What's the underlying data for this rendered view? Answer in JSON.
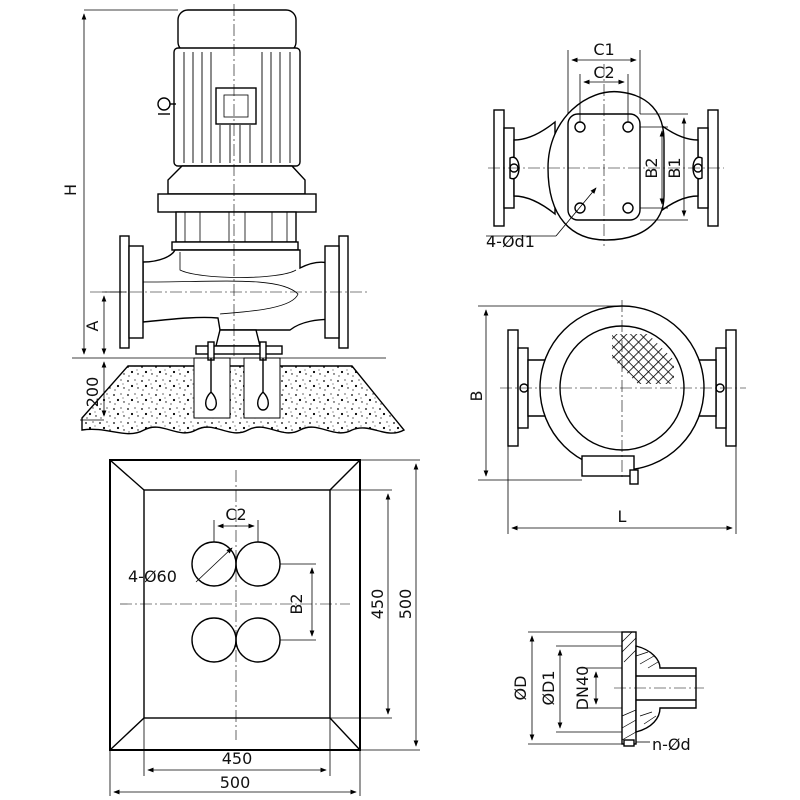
{
  "labels": {
    "h": "H",
    "a": "A",
    "base_height": "200",
    "c1": "C1",
    "c2_top": "C2",
    "b2_top": "B2",
    "b1": "B1",
    "holes_top": "4-Ød1",
    "b_side": "B",
    "l": "L",
    "c2_base": "C2",
    "holes_base": "4-Ø60",
    "b2_base": "B2",
    "inner_h": "450",
    "outer_h": "500",
    "inner_w": "450",
    "outer_w": "500",
    "od": "ØD",
    "od1": "ØD1",
    "dn": "DN40",
    "bolt": "n-Ød"
  }
}
